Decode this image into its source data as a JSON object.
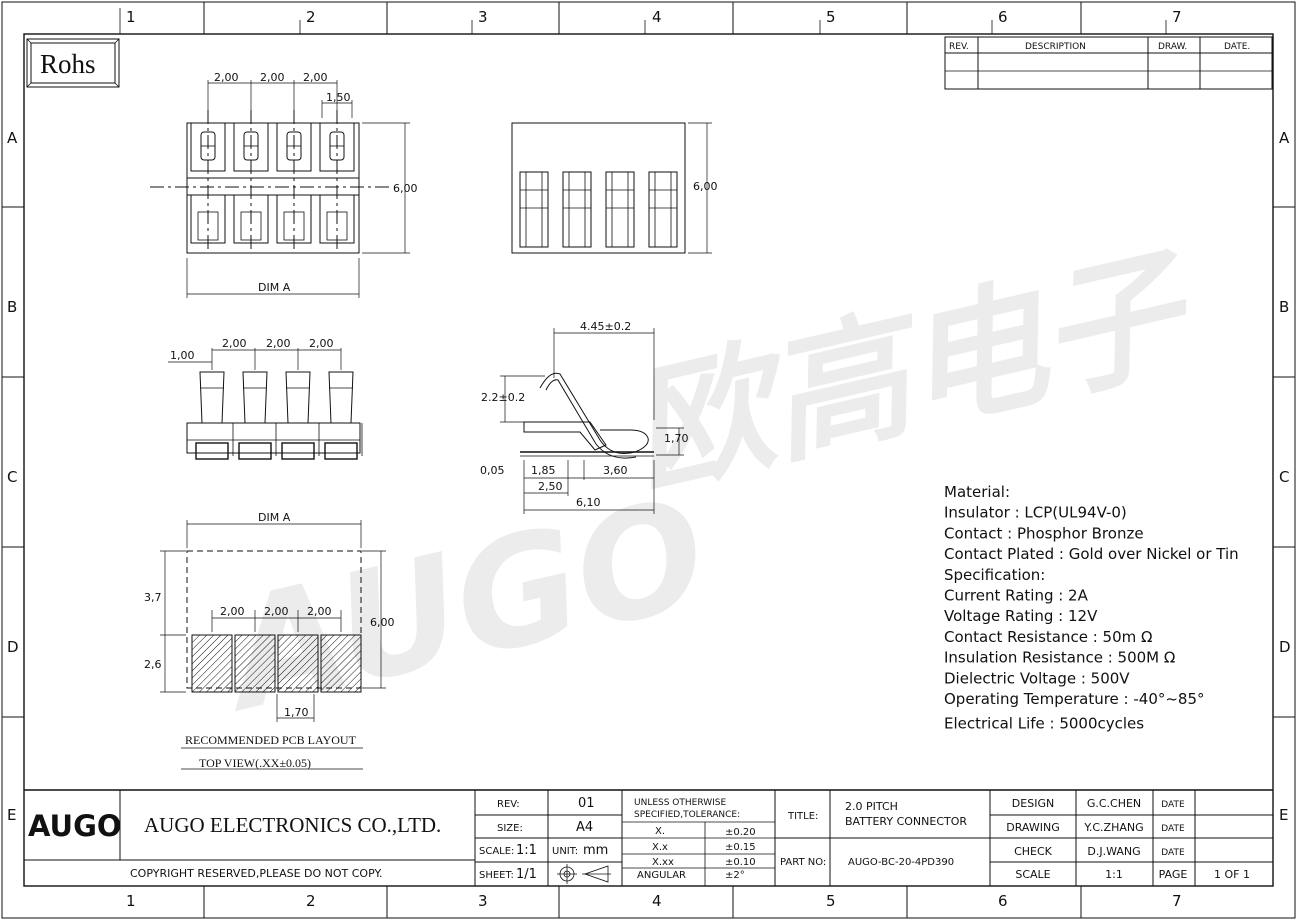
{
  "watermark": {
    "latin": "AUGO",
    "cjk": "欧高电子"
  },
  "rohs": "Rohs",
  "columns": [
    "1",
    "2",
    "3",
    "4",
    "5",
    "6",
    "7"
  ],
  "rows": [
    "A",
    "B",
    "C",
    "D",
    "E"
  ],
  "revision_table": {
    "headers": [
      "REV.",
      "DESCRIPTION",
      "DRAW.",
      "DATE."
    ]
  },
  "top_view": {
    "pitch1": "2,00",
    "pitch2": "2,00",
    "pitch3": "2,00",
    "width": "1,50",
    "height": "6,00",
    "dim_a": "DIM A"
  },
  "side_view": {
    "height": "6,00"
  },
  "front_view": {
    "offset": "1,00",
    "pitch1": "2,00",
    "pitch2": "2,00",
    "pitch3": "2,00"
  },
  "contact": {
    "length": "4.45±0.2",
    "height": "2.2±0.2",
    "depth": "1,70",
    "thk": "0,05",
    "d1": "1,85",
    "d2": "3,60",
    "d3": "2,50",
    "total": "6,10"
  },
  "pcb": {
    "dim_a": "DIM A",
    "h1": "3,7",
    "h2": "2,6",
    "height": "6,00",
    "pitch1": "2,00",
    "pitch2": "2,00",
    "pitch3": "2,00",
    "pad": "1,70",
    "caption1": "RECOMMENDED PCB LAYOUT",
    "caption2": "TOP VIEW(.XX±0.05)"
  },
  "spec": [
    "Material:",
    "Insulator : LCP(UL94V-0)",
    "Contact : Phosphor  Bronze",
    "Contact Plated : Gold over Nickel or Tin",
    "Specification:",
    "Current Rating : 2A",
    "Voltage Rating : 12V",
    "Contact Resistance : 50m  Ω",
    "Insulation Resistance : 500M  Ω",
    "Dielectric  Voltage : 500V",
    "Operating Temperature : -40°~85°",
    "Electrical Life : 5000cycles"
  ],
  "title_block": {
    "logo": "AUGO",
    "company": "AUGO ELECTRONICS CO.,LTD.",
    "copyright": "COPYRIGHT RESERVED,PLEASE DO NOT COPY.",
    "rev_label": "REV:",
    "rev": "01",
    "size_label": "SIZE:",
    "size": "A4",
    "scale_label": "SCALE:",
    "scale": "1:1",
    "unit_label": "UNIT:",
    "unit": "mm",
    "sheet_label": "SHEET:",
    "sheet": "1/1",
    "tol_header1": "UNLESS OTHERWISE",
    "tol_header2": "SPECIFIED,TOLERANCE:",
    "tol": [
      [
        "X.",
        "±0.20"
      ],
      [
        "X.x",
        "±0.15"
      ],
      [
        "X.xx",
        "±0.10"
      ],
      [
        "ANGULAR",
        "±2°"
      ]
    ],
    "title_label": "TITLE:",
    "title1": "2.0 PITCH",
    "title2": "BATTERY  CONNECTOR",
    "partno_label": "PART NO:",
    "partno": "AUGO-BC-20-4PD390",
    "sign": [
      [
        "DESIGN",
        "G.C.CHEN",
        "DATE"
      ],
      [
        "DRAWING",
        "Y.C.ZHANG",
        "DATE"
      ],
      [
        "CHECK",
        "D.J.WANG",
        "DATE"
      ],
      [
        "SCALE",
        "1:1",
        "PAGE",
        "1 OF 1"
      ]
    ]
  }
}
